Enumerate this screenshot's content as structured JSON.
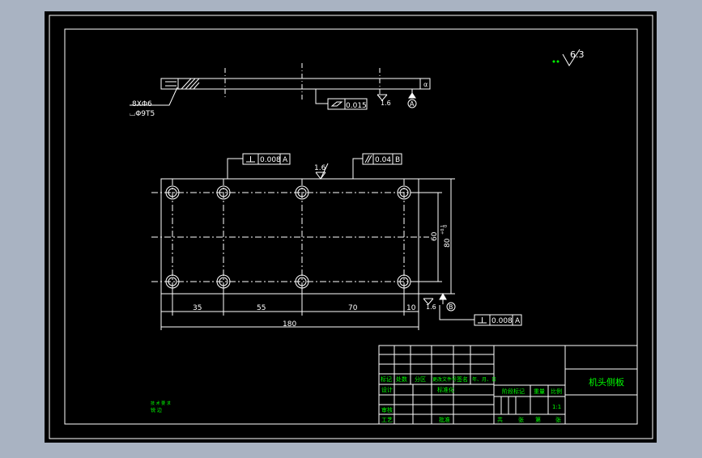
{
  "colors": {
    "background": "#a9b3c2",
    "sheet": "#000000",
    "line": "#ffffff",
    "accent_green": "#00ff00"
  },
  "top_view": {
    "surface_roughness": "6.3",
    "thread_note": "8XΦ6",
    "counterbore_note": "⌴Φ9T5",
    "flatness_tol": "0.015",
    "roughness_1": "1.6",
    "datum_a": "A",
    "side_label": "α"
  },
  "main_view": {
    "perp_tol": {
      "value": "0.008",
      "datum": "A"
    },
    "parallel_tol": {
      "value": "0.04",
      "datum": "B"
    },
    "roughness_top": "1.6",
    "roughness_right": "1.6",
    "datum_b": "B",
    "perp_tol_bottom": {
      "value": "0.008",
      "datum": "A"
    },
    "dims": {
      "d35": "35",
      "d55": "55",
      "d70": "70",
      "d10": "10",
      "d180": "180",
      "d60": "60",
      "d80": "80",
      "d80_tol_upper": "+0.1",
      "d80_tol_lower": "0"
    }
  },
  "notes": {
    "line1": "技 术 要 求",
    "line2": "锐 边"
  },
  "title_block": {
    "part_name": "机头侧板",
    "scale": "1:1",
    "row_labels": [
      "标记",
      "处数",
      "分区",
      "更改文件号",
      "签名",
      "年、月、日"
    ],
    "design": "设计",
    "standardize": "标准化",
    "check": "审核",
    "process": "工艺",
    "approve": "批准",
    "stage_mark": "阶段标记",
    "weight": "重量",
    "ratio": "比例",
    "sheet_total": "共",
    "sheet_unit": "张",
    "sheet_no": "第",
    "sheet_unit2": "张"
  }
}
